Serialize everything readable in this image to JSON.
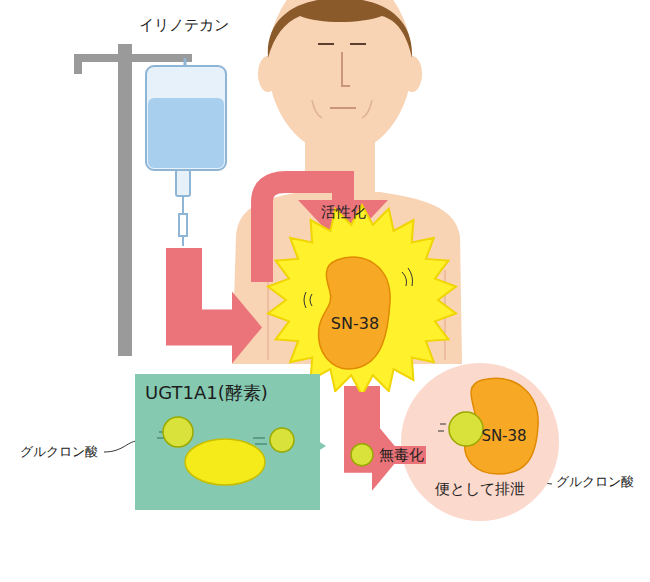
{
  "diagram": {
    "nodes": [
      {
        "text": [
          "イリノテカン"
        ]
      },
      {
        "text": [
          "SN-38"
        ]
      },
      {
        "text": [
          "UGT1A1(酵素)"
        ]
      },
      {
        "text": [
          "便として排泄"
        ]
      },
      {
        "text": [
          "SN-38"
        ],
        "in": 3
      }
    ],
    "edges": [
      {
        "from": 0,
        "to": 1,
        "arrow": "to"
      },
      {
        "from": 1,
        "to": 3,
        "arrow": "to",
        "label": "無毒化"
      }
    ],
    "labels": [
      "活性化",
      "グルクロン酸",
      "グルクロン酸"
    ]
  }
}
